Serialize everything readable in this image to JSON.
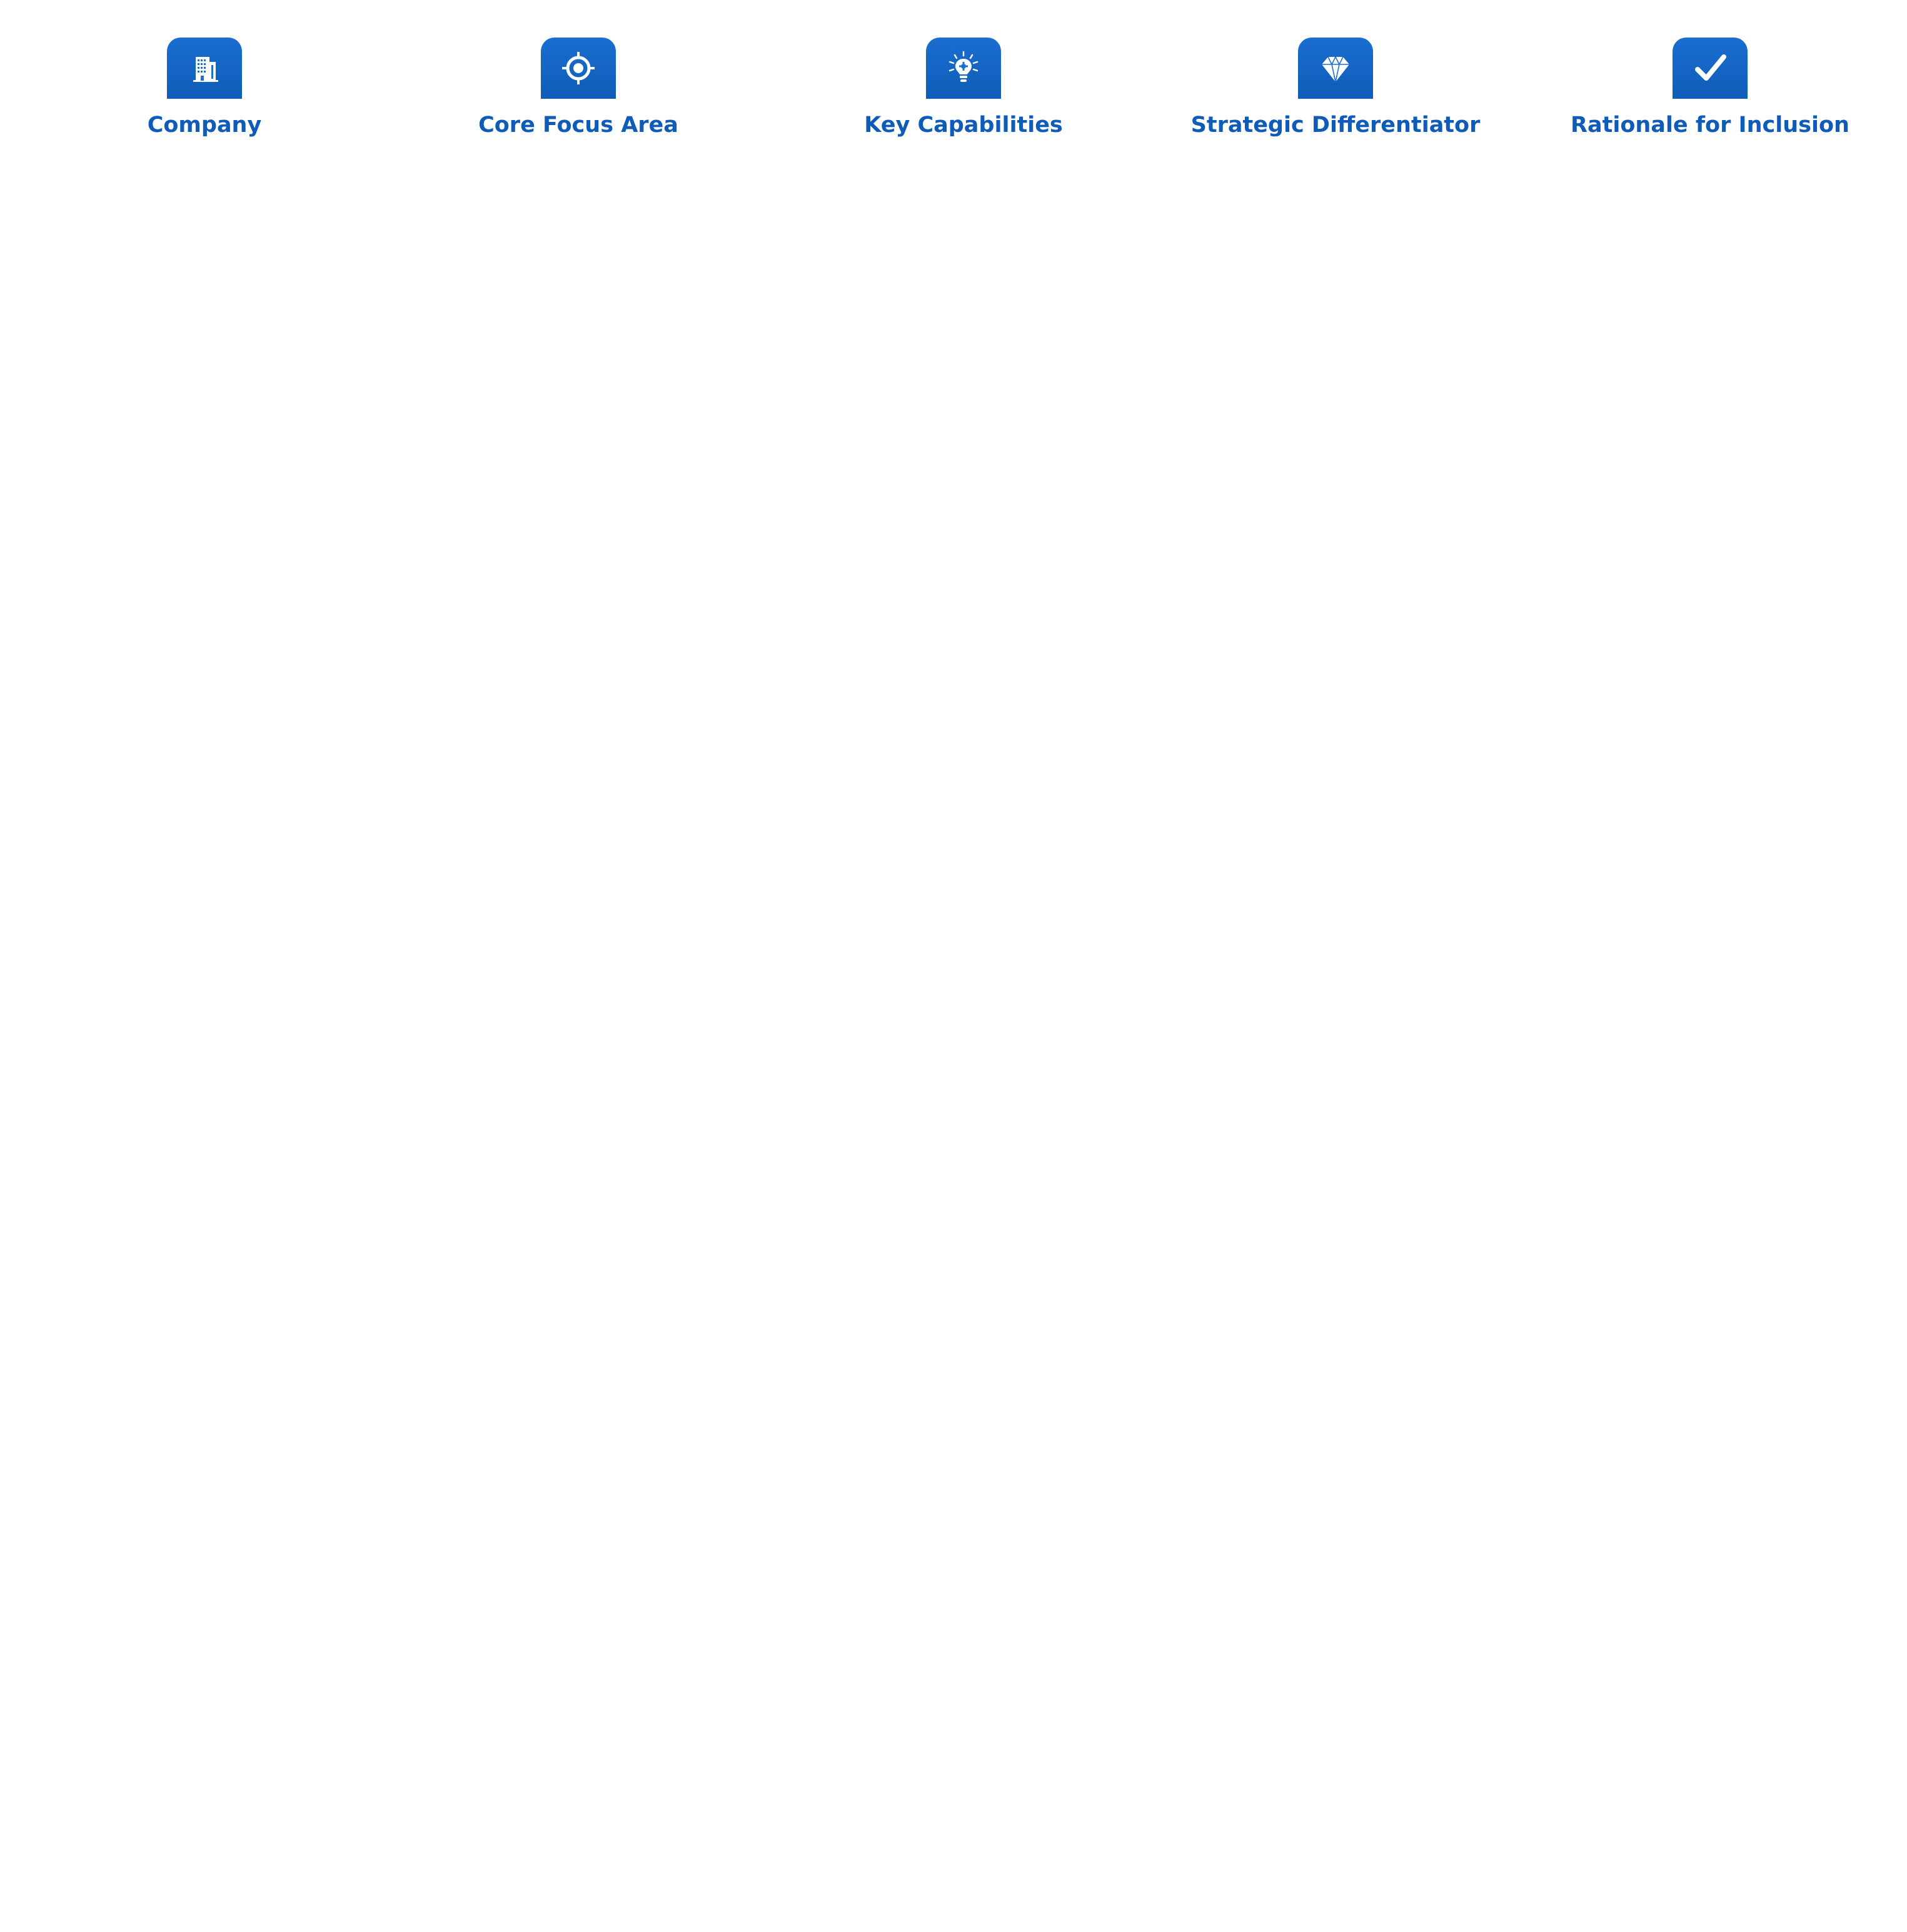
{
  "columns": [
    {
      "label": "Company",
      "icon": "building-icon"
    },
    {
      "label": "Core Focus Area",
      "icon": "target-icon"
    },
    {
      "label": "Key Capabilities",
      "icon": "lightbulb-icon"
    },
    {
      "label": "Strategic Differentiator",
      "icon": "diamond-icon"
    },
    {
      "label": "Rationale for Inclusion",
      "icon": "checkmark-icon"
    }
  ],
  "colors": {
    "accent": "#0f5cb8",
    "tile": "#1a6ed0",
    "background": "#ffffff"
  }
}
